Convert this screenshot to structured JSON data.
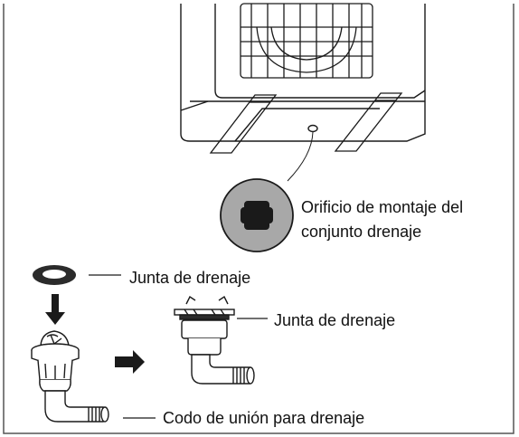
{
  "labels": {
    "mount_hole_line1": "Orificio de montaje del",
    "mount_hole_line2": "conjunto drenaje",
    "drain_seal": "Junta de drenaje",
    "drain_seal_assembled": "Junta de drenaje",
    "drain_elbow": "Codo de unión para drenaje"
  },
  "colors": {
    "line": "#1a1a1a",
    "border": "#555555",
    "zoom_circle_fill": "#a8a8a8",
    "hole_fill": "#1a1a1a",
    "seal_fill": "#2b2b2b"
  }
}
